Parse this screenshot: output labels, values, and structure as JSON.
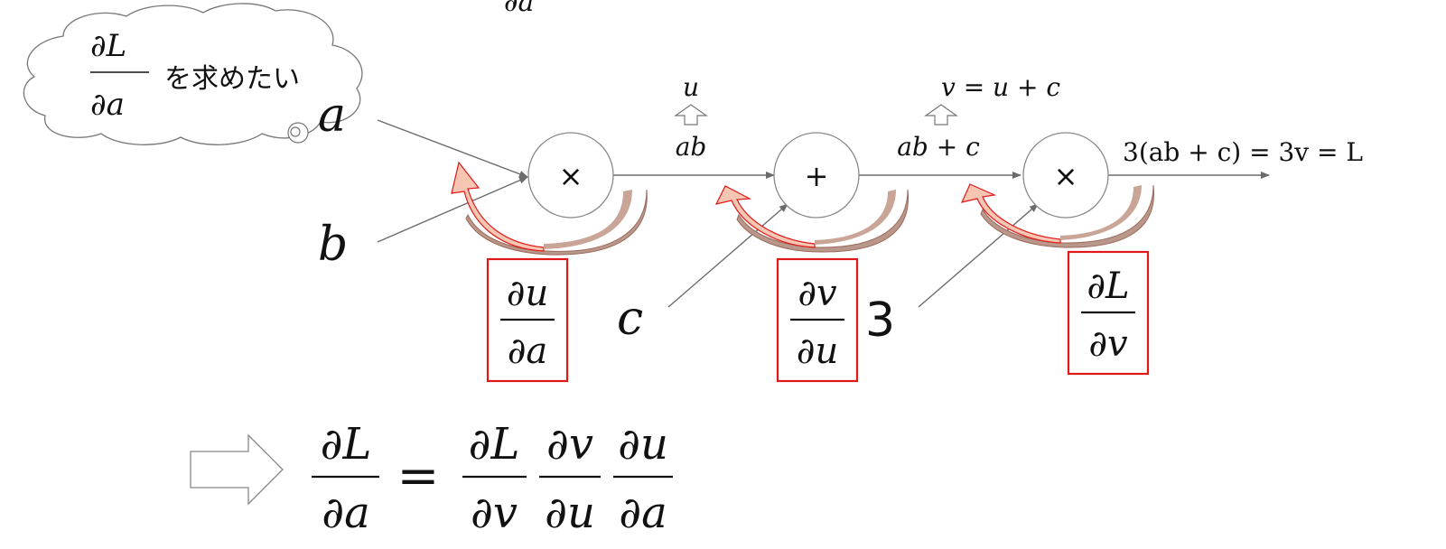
{
  "thought": {
    "numerator": "∂L",
    "denominator": "∂a",
    "text": "を求めたい"
  },
  "top_fraction_fragment": "∂a",
  "inputs": {
    "a": "a",
    "b": "b",
    "c": "c"
  },
  "nodes": {
    "mult1": "×",
    "plus": "+",
    "mult2": "×"
  },
  "edge_labels": {
    "u_name": "u",
    "u_value": "ab",
    "v_def": "v = u + c",
    "v_value": "ab + c",
    "out": "3(ab + c) = 3v = L"
  },
  "local_grads": {
    "du_da": {
      "num": "∂u",
      "den": "∂a"
    },
    "dv_du": {
      "num": "∂v",
      "den": "∂u",
      "value": "3"
    },
    "dL_dv": {
      "num": "∂L",
      "den": "∂v"
    }
  },
  "chain_rule": {
    "lhs": {
      "num": "∂L",
      "den": "∂a"
    },
    "equals": "=",
    "rhs": [
      {
        "num": "∂L",
        "den": "∂v"
      },
      {
        "num": "∂v",
        "den": "∂u"
      },
      {
        "num": "∂u",
        "den": "∂a"
      }
    ]
  },
  "colors": {
    "box_border": "#e01818",
    "arrow_fill": "#f7c6b3",
    "arrow_shadow": "#b9978a",
    "edge": "#6b6b6b"
  }
}
